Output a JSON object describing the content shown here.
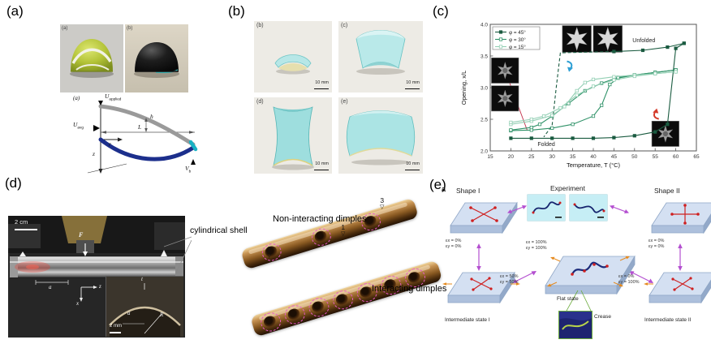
{
  "figure": {
    "panel_labels": {
      "a": "(a)",
      "b": "(b)",
      "c": "(c)",
      "d": "(d)",
      "e": "(e)"
    }
  },
  "panel_a": {
    "photo_left_tag": "(a)",
    "photo_right_tag": "(b)",
    "schematic": {
      "tag": "(a)",
      "u_base": "U",
      "applied_sub": "applied",
      "avg_sub": "avg",
      "h_label": "h",
      "l_label": "L",
      "z_label": "z",
      "r_label": "r",
      "v_base": "V",
      "b_sub": "b"
    }
  },
  "panel_b": {
    "items": [
      {
        "tag": "(b)",
        "scale": "10 mm"
      },
      {
        "tag": "(c)",
        "scale": "10 mm"
      },
      {
        "tag": "(d)",
        "scale": "10 mm"
      },
      {
        "tag": "(e)",
        "scale": "10 mm"
      }
    ]
  },
  "chart_data": {
    "type": "line",
    "title": "",
    "xlabel": "Temperature, T (°C)",
    "ylabel": "Opening, x/L",
    "xlim": [
      15,
      65
    ],
    "ylim": [
      2.0,
      4.0
    ],
    "xticks": [
      15,
      20,
      25,
      30,
      35,
      40,
      45,
      50,
      55,
      60,
      65
    ],
    "yticks": [
      2.0,
      2.5,
      3.0,
      3.5,
      4.0
    ],
    "grid": false,
    "legend_position": "top-left",
    "series": [
      {
        "name": "φ = 45°",
        "color": "#1a5b40",
        "marker": "filled",
        "segments": [
          {
            "dash": false,
            "points": [
              [
                20,
                2.2
              ],
              [
                25,
                2.2
              ],
              [
                30,
                2.2
              ],
              [
                35,
                2.2
              ],
              [
                40,
                2.2
              ],
              [
                45,
                2.21
              ],
              [
                50,
                2.24
              ],
              [
                55,
                2.3
              ],
              [
                58,
                2.42
              ],
              [
                60,
                3.62
              ],
              [
                62,
                3.7
              ]
            ]
          },
          {
            "dash": false,
            "points": [
              [
                62,
                3.7
              ],
              [
                58,
                3.64
              ],
              [
                52,
                3.59
              ],
              [
                45,
                3.57
              ]
            ]
          },
          {
            "dash": true,
            "markers": false,
            "points": [
              [
                45,
                3.57
              ],
              [
                38,
                3.56
              ],
              [
                32,
                3.55
              ],
              [
                31,
                3.0
              ],
              [
                30,
                2.4
              ],
              [
                28,
                2.22
              ]
            ]
          }
        ]
      },
      {
        "name": "φ = 30°",
        "color": "#2f9268",
        "marker": "open",
        "segments": [
          {
            "dash": false,
            "points": [
              [
                20,
                2.32
              ],
              [
                25,
                2.33
              ],
              [
                30,
                2.36
              ],
              [
                35,
                2.42
              ],
              [
                40,
                2.55
              ],
              [
                42,
                2.72
              ],
              [
                44,
                3.05
              ],
              [
                46,
                3.15
              ],
              [
                50,
                3.2
              ],
              [
                55,
                3.24
              ],
              [
                60,
                3.28
              ]
            ]
          },
          {
            "dash": false,
            "points": [
              [
                60,
                3.28
              ],
              [
                55,
                3.24
              ],
              [
                50,
                3.2
              ],
              [
                46,
                3.16
              ],
              [
                42,
                3.07
              ],
              [
                38,
                2.95
              ],
              [
                34,
                2.75
              ],
              [
                30,
                2.55
              ],
              [
                27,
                2.42
              ],
              [
                25,
                2.37
              ],
              [
                20,
                2.33
              ]
            ]
          }
        ]
      },
      {
        "name": "φ = 15°",
        "color": "#93cfb4",
        "marker": "open",
        "segments": [
          {
            "dash": false,
            "points": [
              [
                20,
                2.42
              ],
              [
                25,
                2.47
              ],
              [
                30,
                2.56
              ],
              [
                33,
                2.7
              ],
              [
                36,
                2.95
              ],
              [
                38,
                3.08
              ],
              [
                40,
                3.13
              ],
              [
                45,
                3.17
              ],
              [
                50,
                3.2
              ],
              [
                55,
                3.22
              ],
              [
                60,
                3.25
              ]
            ]
          },
          {
            "dash": false,
            "points": [
              [
                60,
                3.25
              ],
              [
                55,
                3.22
              ],
              [
                50,
                3.18
              ],
              [
                45,
                3.12
              ],
              [
                40,
                3.02
              ],
              [
                36,
                2.88
              ],
              [
                32,
                2.68
              ],
              [
                28,
                2.55
              ],
              [
                25,
                2.5
              ],
              [
                20,
                2.45
              ]
            ]
          }
        ]
      }
    ],
    "annotations": [
      {
        "text": "Unfolded",
        "x": 49.5,
        "y": 3.72
      },
      {
        "text": "Folded",
        "x": 26.5,
        "y": 2.08
      }
    ],
    "insets": [
      {
        "cx": 36,
        "cy": 3.77,
        "w": 7,
        "h": 0.42,
        "style": "unfolded",
        "anchor": [
          33,
          3.56
        ]
      },
      {
        "cx": 43.5,
        "cy": 3.77,
        "w": 7,
        "h": 0.42,
        "style": "unfolded",
        "anchor": null
      },
      {
        "cx": 18.6,
        "cy": 3.27,
        "w": 6.6,
        "h": 0.4,
        "style": "folded",
        "anchor": [
          24,
          2.32
        ]
      },
      {
        "cx": 18.6,
        "cy": 2.83,
        "w": 6.6,
        "h": 0.4,
        "style": "folded",
        "anchor": null
      },
      {
        "cx": 57.5,
        "cy": 2.27,
        "w": 6.6,
        "h": 0.4,
        "style": "folded",
        "anchor": [
          57,
          2.4
        ]
      }
    ],
    "arrows": [
      {
        "x": 34,
        "y": 3.3,
        "color": "#2e9fd4",
        "dir": "down"
      },
      {
        "x": 55.5,
        "y": 2.62,
        "color": "#d43a2a",
        "dir": "up"
      }
    ]
  },
  "panel_d": {
    "scale_main": "2 cm",
    "force_label": "F",
    "a_label": "a",
    "z_label": "z",
    "x_label": "x",
    "inset": {
      "scale": "2 mm",
      "t_label": "t",
      "a_label": "a",
      "r_label": "R"
    },
    "callout": "cylindrical shell",
    "label_top_tube": "Non-interacting dimples",
    "label_bottom_tube": "Interacting dimples",
    "markers": [
      "1",
      "2",
      "3"
    ]
  },
  "panel_e": {
    "tag": "a",
    "shape1_label": "Shape I",
    "experiment_label": "Experiment",
    "shape2_label": "Shape II",
    "flat_label": "Flat state",
    "crease_label": "Crease",
    "intermediate1_label": "Intermediate state I",
    "intermediate2_label": "Intermediate state II",
    "strains": {
      "shape1": [
        "εx = 0%",
        "εy = 0%"
      ],
      "shape2": [
        "εx = 0%",
        "εy = 0%"
      ],
      "left": [
        "εx = 50%",
        "εy = 50%"
      ],
      "center": [
        "εx = 100%",
        "εy = 100%"
      ],
      "right": [
        "εx = 0%",
        "εy = 100%"
      ]
    }
  }
}
